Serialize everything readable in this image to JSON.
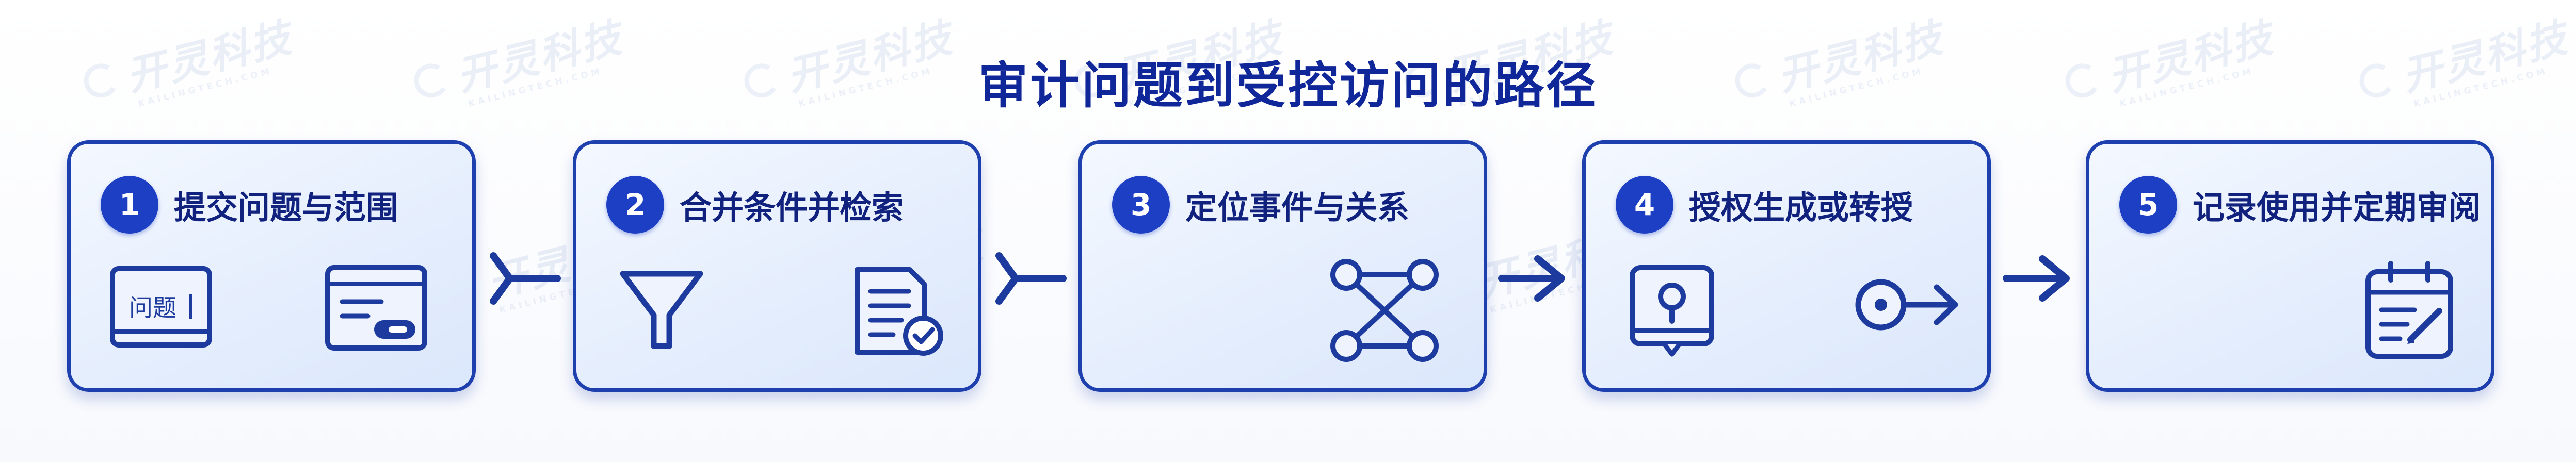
{
  "title": "审计问题到受控访问的路径",
  "watermark": {
    "brand": "开灵科技",
    "sub": "KAILINGTECH.COM"
  },
  "steps": [
    {
      "num": "1",
      "label": "提交问题与范围",
      "icons": [
        "question-card-icon",
        "form-card-icon"
      ],
      "question_text": "问题"
    },
    {
      "num": "2",
      "label": "合并条件并检索",
      "icons": [
        "funnel-filter-icon",
        "document-check-icon"
      ]
    },
    {
      "num": "3",
      "label": "定位事件与关系",
      "icons": [
        "graph-network-icon"
      ]
    },
    {
      "num": "4",
      "label": "授权生成或转授",
      "icons": [
        "tablet-lock-icon",
        "key-arrow-icon"
      ]
    },
    {
      "num": "5",
      "label": "记录使用并定期审阅",
      "icons": [
        "calendar-edit-icon"
      ]
    }
  ],
  "connectors": [
    "tail-arrow",
    "tail-arrow",
    "arrow",
    "arrow"
  ],
  "colors": {
    "title": "#10279a",
    "border": "#1e3fae",
    "badge": "#1d3fc4",
    "label": "#10217e",
    "icon": "#1d3a9e"
  }
}
